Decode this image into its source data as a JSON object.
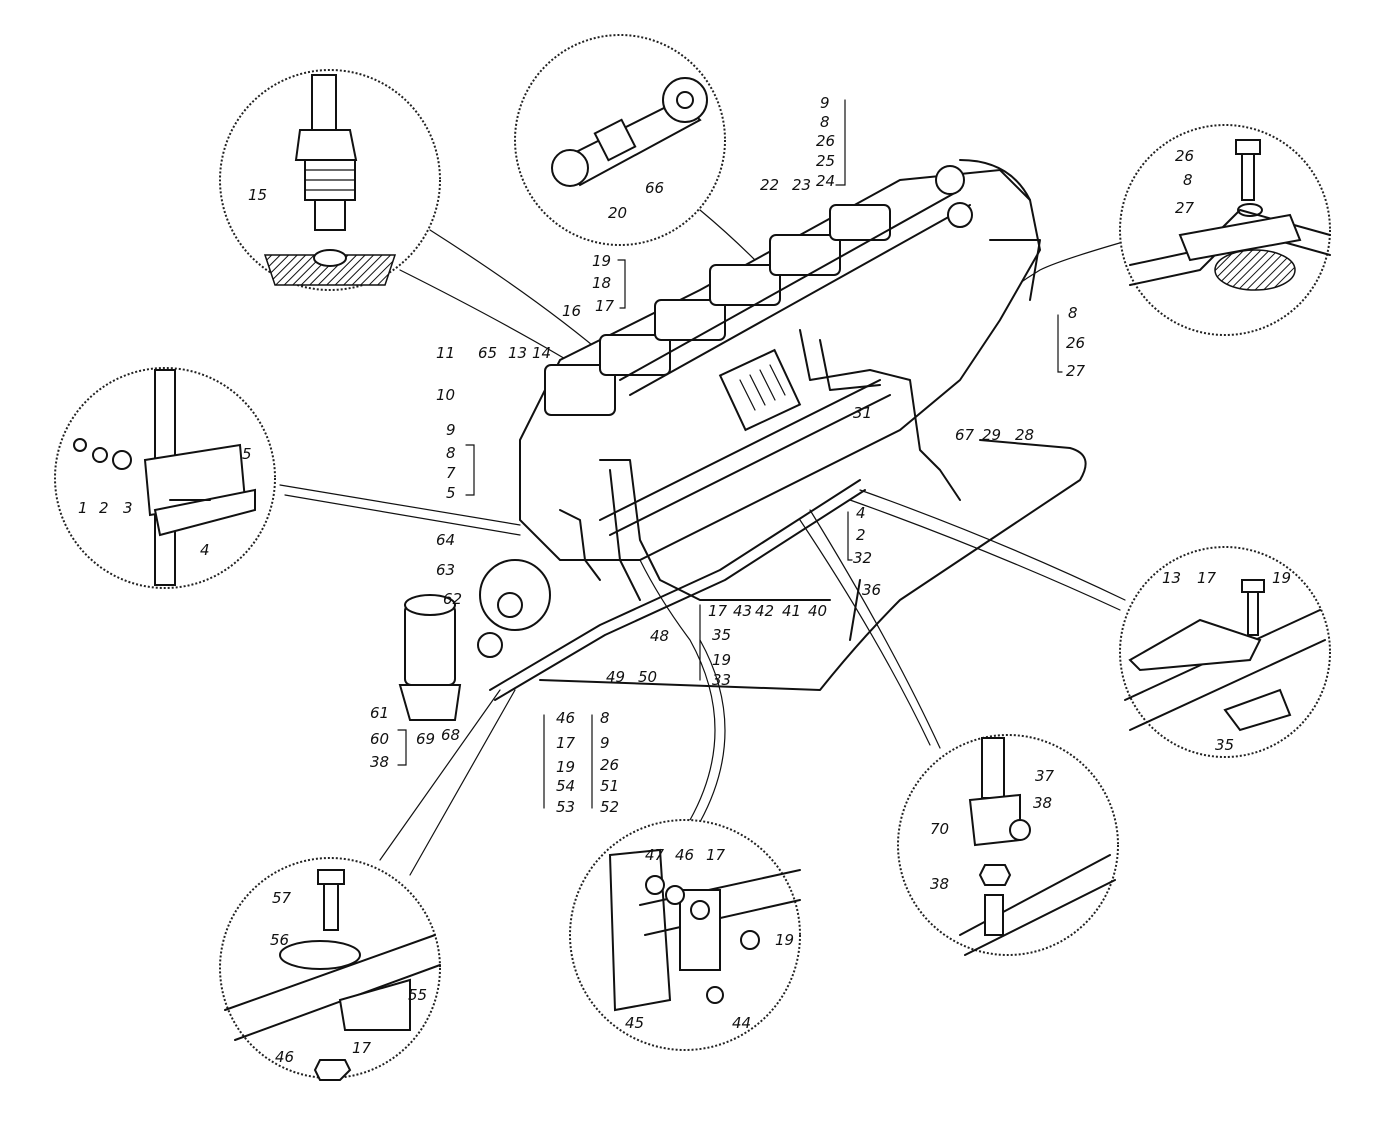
{
  "callouts": {
    "top_left": [
      "15"
    ],
    "top_center": [
      "20",
      "66"
    ],
    "top_right": [
      "26",
      "8",
      "27"
    ],
    "left": [
      "1",
      "2",
      "3",
      "4",
      "5"
    ],
    "right": [
      "13",
      "17",
      "19",
      "35"
    ],
    "bottom_left": [
      "57",
      "56",
      "55",
      "46",
      "17"
    ],
    "bottom_center": [
      "47",
      "46",
      "17",
      "19",
      "45",
      "44"
    ],
    "bottom_right": [
      "37",
      "38",
      "70",
      "38"
    ]
  },
  "main_labels": {
    "stack_9_24": [
      "9",
      "8",
      "26",
      "25",
      "24"
    ],
    "l22": "22",
    "l23": "23",
    "stack_19_17": [
      "19",
      "18",
      "17"
    ],
    "l16": "16",
    "l11": "11",
    "l65": "65",
    "l13": "13",
    "l14": "14",
    "l10": "10",
    "stack_9_5": [
      "9",
      "8",
      "7",
      "5"
    ],
    "stack_8_27": [
      "8",
      "26",
      "27"
    ],
    "l31": "31",
    "l67": "67",
    "l29": "29",
    "l28": "28",
    "stack_4_32": [
      "4",
      "2",
      "32"
    ],
    "l36": "36",
    "l64": "64",
    "l63": "63",
    "l62": "62",
    "row_17_40": [
      "17",
      "43",
      "42",
      "41",
      "40"
    ],
    "l48": "48",
    "stack_35_33": [
      "35",
      "19",
      "33"
    ],
    "l49": "49",
    "l50": "50",
    "l61": "61",
    "l60": "60",
    "l69": "69",
    "l68": "68",
    "l38": "38",
    "col_46_53": [
      "46",
      "17",
      "19",
      "54",
      "53"
    ],
    "col_8_52": [
      "8",
      "9",
      "26",
      "51",
      "52"
    ]
  }
}
